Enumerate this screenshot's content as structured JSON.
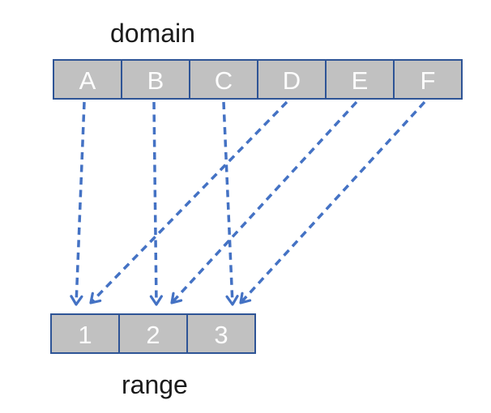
{
  "labels": {
    "domain": "domain",
    "range": "range"
  },
  "domain_set": [
    "A",
    "B",
    "C",
    "D",
    "E",
    "F"
  ],
  "range_set": [
    "1",
    "2",
    "3"
  ],
  "mappings": [
    {
      "from": "A",
      "to": "1",
      "style": "vertical-dashed-arrow"
    },
    {
      "from": "B",
      "to": "2",
      "style": "vertical-dashed-arrow"
    },
    {
      "from": "C",
      "to": "3",
      "style": "vertical-dashed-arrow"
    },
    {
      "from": "D",
      "to": "1",
      "style": "diagonal-dashed-arrow"
    },
    {
      "from": "E",
      "to": "2",
      "style": "diagonal-dashed-arrow"
    },
    {
      "from": "F",
      "to": "3",
      "style": "diagonal-dashed-arrow"
    }
  ],
  "colors": {
    "box_fill": "#c1c1c1",
    "box_border": "#2e5496",
    "arrow": "#4472c4",
    "label_text": "#1b1b1b",
    "box_text": "#fdfdfd",
    "background": "#ffffff"
  }
}
